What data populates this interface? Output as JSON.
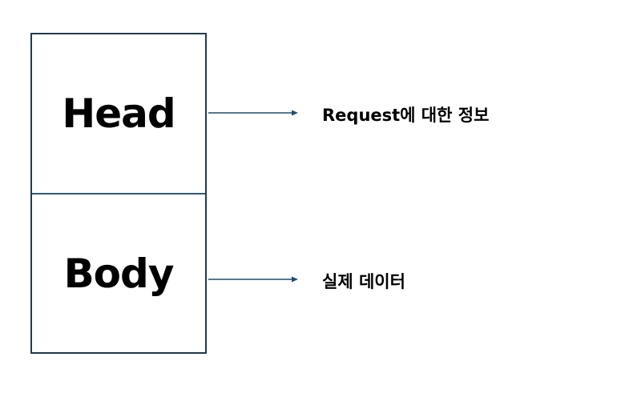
{
  "diagram": {
    "sections": [
      {
        "label": "Head",
        "description": "Request에 대한 정보"
      },
      {
        "label": "Body",
        "description": "실제 데이터"
      }
    ],
    "colors": {
      "border": "#1f3a4d",
      "divider": "#2e5a78",
      "arrow": "#1f4e6e",
      "text": "#000000"
    }
  }
}
